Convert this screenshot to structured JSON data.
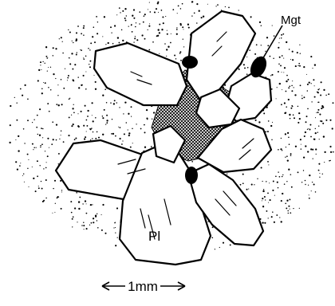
{
  "labels": {
    "magnetite": "Mgt",
    "plagioclase": "Pl",
    "scale_bar": "1mm"
  },
  "colors": {
    "ink": "#000000",
    "paper": "#ffffff",
    "interstitial_shade": "#8a8a8a"
  }
}
